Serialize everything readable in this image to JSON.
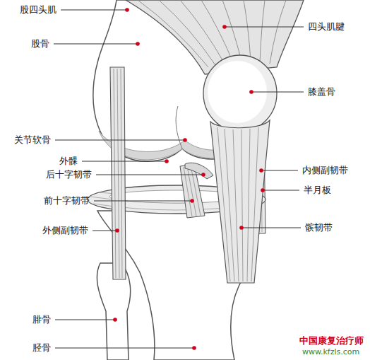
{
  "diagram": {
    "labels": [
      "股四头肌",
      "四头肌腱",
      "股骨",
      "膝盖骨",
      "关节软骨",
      "外髁",
      "后十字韧带",
      "内侧副韧带",
      "半月板",
      "前十字韧带",
      "髌韧带",
      "外侧副韧带",
      "腓骨",
      "胫骨",
      "中国康复治疗师",
      "www.kfzls.com"
    ]
  }
}
